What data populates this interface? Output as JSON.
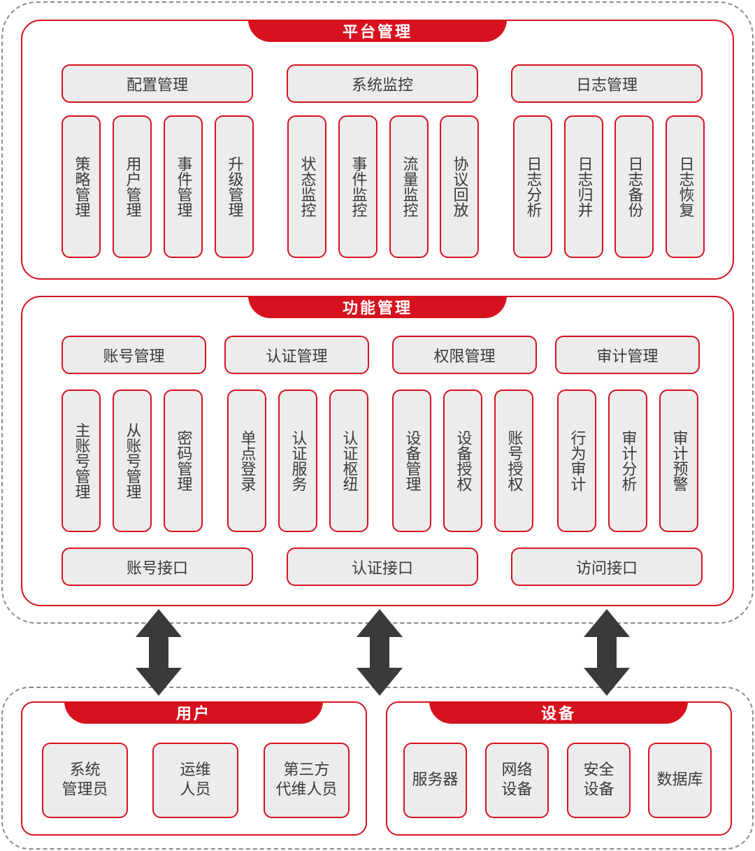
{
  "platform": {
    "title": "平台管理",
    "groups": [
      {
        "header": "配置管理",
        "items": [
          "策略管理",
          "用户管理",
          "事件管理",
          "升级管理"
        ]
      },
      {
        "header": "系统监控",
        "items": [
          "状态监控",
          "事件监控",
          "流量监控",
          "协议回放"
        ]
      },
      {
        "header": "日志管理",
        "items": [
          "日志分析",
          "日志归并",
          "日志备份",
          "日志恢复"
        ]
      }
    ]
  },
  "function": {
    "title": "功能管理",
    "groups": [
      {
        "header": "账号管理",
        "items": [
          "主账号管理",
          "从账号管理",
          "密码管理"
        ]
      },
      {
        "header": "认证管理",
        "items": [
          "单点登录",
          "认证服务",
          "认证枢纽"
        ]
      },
      {
        "header": "权限管理",
        "items": [
          "设备管理",
          "设备授权",
          "账号授权"
        ]
      },
      {
        "header": "审计管理",
        "items": [
          "行为审计",
          "审计分析",
          "审计预警"
        ]
      }
    ],
    "interfaces": [
      "账号接口",
      "认证接口",
      "访问接口"
    ]
  },
  "users": {
    "title": "用户",
    "items": [
      "系统\n管理员",
      "运维\n人员",
      "第三方\n代维人员"
    ]
  },
  "devices": {
    "title": "设备",
    "items": [
      "服务器",
      "网络\n设备",
      "安全\n设备",
      "数据库"
    ]
  },
  "colors": {
    "accent": "#d7121f",
    "box_fill": "#ececec",
    "arrow": "#3a3a3a",
    "dash": "#8a8a8a"
  }
}
